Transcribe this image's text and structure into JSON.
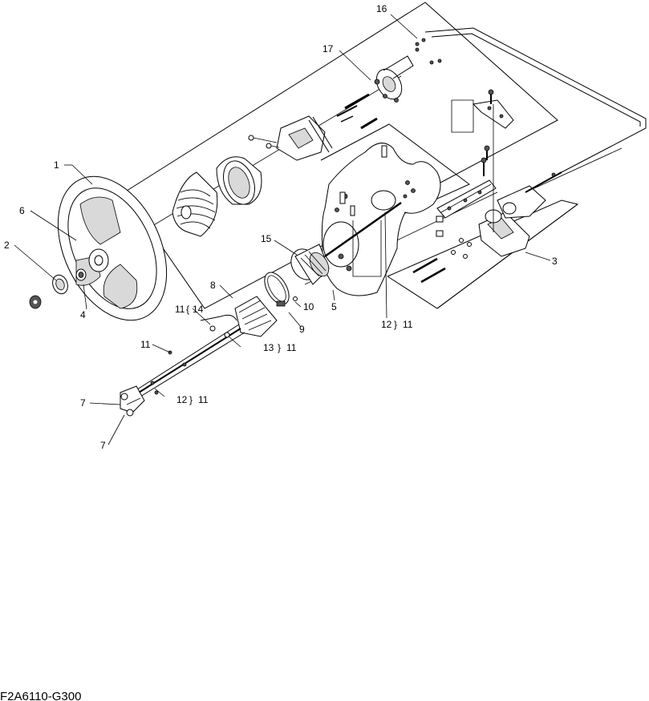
{
  "figure_code": "F2A6110-G300",
  "callouts": {
    "c1": "1",
    "c2": "2",
    "c3": "3",
    "c4": "4",
    "c5": "5",
    "c6": "6",
    "c7a": "7",
    "c7b": "7",
    "c8": "8",
    "c9": "9",
    "c10": "10",
    "c11": "11",
    "c11_14_a": "11",
    "c11_14_b": "14",
    "c13_11_a": "13",
    "c13_11_b": "11",
    "c12_11_lower_a": "12",
    "c12_11_lower_b": "11",
    "c12_11_upper_a": "12",
    "c12_11_upper_b": "11",
    "c15": "15",
    "c16": "16",
    "c17": "17"
  }
}
